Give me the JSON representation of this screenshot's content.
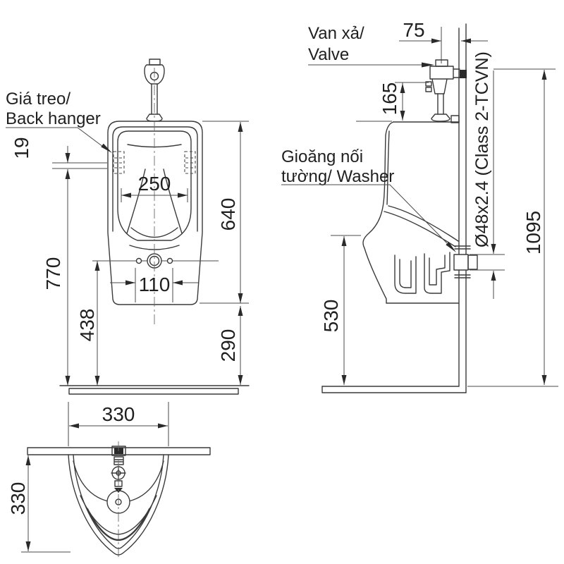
{
  "drawing": {
    "labels": {
      "back_hanger": {
        "line1": "Giá treo/",
        "line2": "Back hanger"
      },
      "valve": {
        "line1": "Van xả/",
        "line2": "Valve"
      },
      "washer": {
        "line1": "Gioăng nối",
        "line2": "tường/ Washer"
      }
    },
    "dimensions": {
      "front": {
        "hanger_offset": "19",
        "opening_width": "250",
        "rim_height": "640",
        "mount_height": "770",
        "drain_height": "438",
        "bolt_spacing": "110",
        "bottom_height": "290"
      },
      "side": {
        "valve_wall_offset": "75",
        "valve_height": "165",
        "lower_depth": "530",
        "total_height": "1095",
        "pipe_spec": "Ø48x2.4 (Class 2-TCVN)"
      },
      "plan": {
        "width": "330",
        "depth": "330"
      }
    },
    "colors": {
      "line": "#3a3a3a",
      "text": "#1f1f1f",
      "background": "#ffffff"
    }
  }
}
